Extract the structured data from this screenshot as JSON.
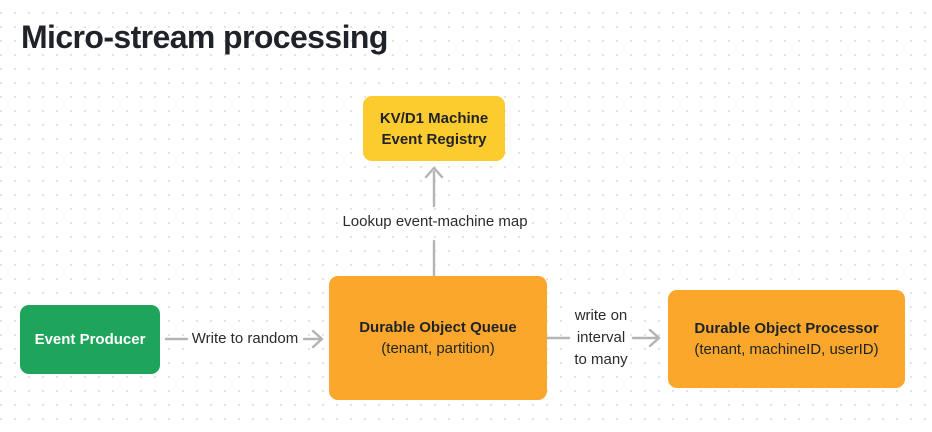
{
  "title": "Micro-stream processing",
  "colors": {
    "canvas": "#FFFFFF",
    "dot": "#E3E3E6",
    "ink": "#1F2329",
    "green": "#1FA45C",
    "yellow": "#FCCB2E",
    "orange": "#FAA72B",
    "arrow": "#B3B3B8"
  },
  "nodes": {
    "event_producer": {
      "label": "Event Producer"
    },
    "machine_event_registry": {
      "label": "KV/D1 Machine Event Registry"
    },
    "durable_object_queue": {
      "title": "Durable Object Queue",
      "subtitle": "(tenant, partition)"
    },
    "durable_object_processor": {
      "title": "Durable Object Processor",
      "subtitle": "(tenant, machineID, userID)"
    }
  },
  "edges": {
    "write_to_random": {
      "label": "Write to random"
    },
    "lookup_map": {
      "label": "Lookup event-machine map"
    },
    "write_on_interval": {
      "lines": [
        "write on",
        "interval",
        "to many"
      ]
    }
  }
}
